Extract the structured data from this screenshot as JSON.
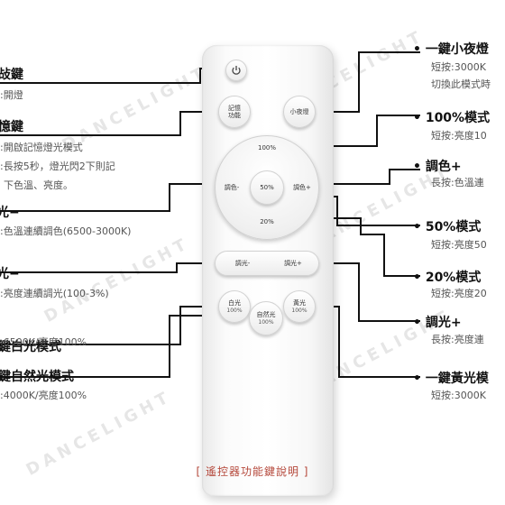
{
  "remote": {
    "power_icon": "power-icon",
    "btn_memory": "記憶\n功能",
    "btn_night": "小夜燈",
    "dial_top": "100%",
    "dial_left": "調色-",
    "dial_center": "50%",
    "dial_right": "調色+",
    "dial_bottom": "20%",
    "rocker_left": "調光-",
    "rocker_right": "調光+",
    "btn_white": "白光",
    "btn_white_sub": "100%",
    "btn_yellow": "黃光",
    "btn_yellow_sub": "100%",
    "btn_natural": "自然光",
    "btn_natural_sub": "100%"
  },
  "left_annotations": [
    {
      "title": "敁鍵",
      "desc": ":開燈"
    },
    {
      "title": "憶鍵",
      "desc": [
        ":開啟記憶燈光模式",
        ":長按5秒，燈光閃2下則記",
        "下色溫、亮度。"
      ]
    },
    {
      "title": "光−",
      "desc": ":色溫連續調色(6500-3000K)"
    },
    {
      "title": "光−",
      "desc": ":亮度連續調光(100-3%)"
    },
    {
      "title": "鍵白光模式",
      "desc": ":6500K/亮度100%"
    },
    {
      "title": "鍵自然光模式",
      "desc": ":4000K/亮度100%"
    }
  ],
  "right_annotations": [
    {
      "title": "• 一鍵小夜燈",
      "desc": [
        "短按:3000K",
        "切換此模式時"
      ]
    },
    {
      "title": "• 100%模式",
      "desc": [
        "短按:亮度10"
      ]
    },
    {
      "title": "• 調色+",
      "desc": [
        "長按:色溫連"
      ]
    },
    {
      "title": "• 50%模式",
      "desc": [
        "短按:亮度50"
      ]
    },
    {
      "title": "• 20%模式",
      "desc": [
        "短按:亮度20"
      ]
    },
    {
      "title": "• 調光+",
      "desc": [
        "長按:亮度連"
      ]
    },
    {
      "title": "• 一鍵黃光模",
      "desc": [
        "短按:3000K"
      ]
    }
  ],
  "caption": "[ 遙控器功能鍵說明 ]",
  "watermark": "DANCELIGHT",
  "colors": {
    "caption": "#b5483b",
    "line": "#111111"
  }
}
